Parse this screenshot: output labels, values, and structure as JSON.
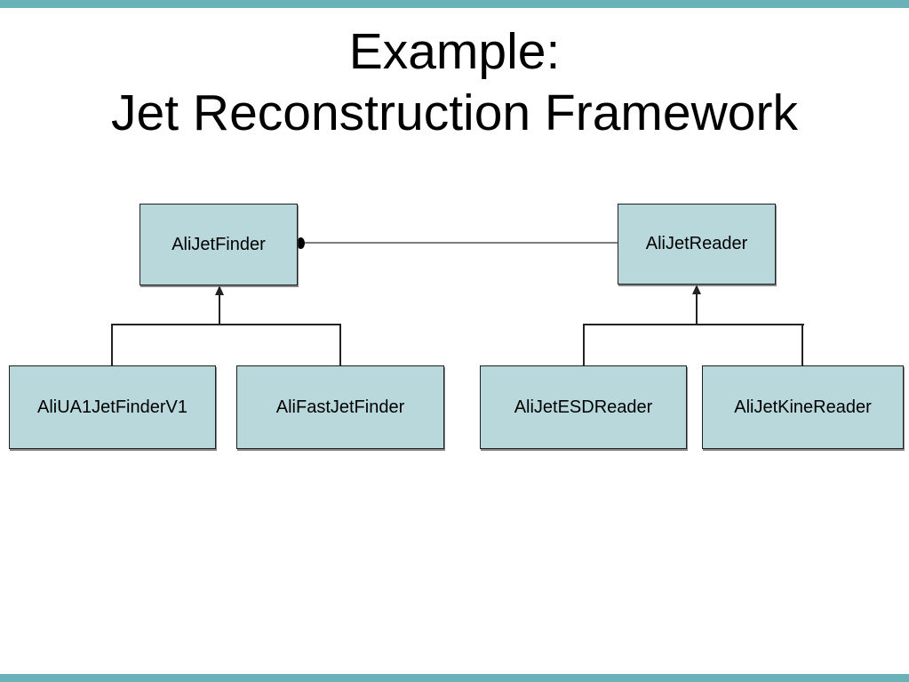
{
  "slide": {
    "title_line1": "Example:",
    "title_line2": "Jet Reconstruction Framework"
  },
  "diagram": {
    "nodes": [
      {
        "id": "alijetfinder",
        "label": "AliJetFinder"
      },
      {
        "id": "alijetreader",
        "label": "AliJetReader"
      },
      {
        "id": "aliua1jetfinderv1",
        "label": "AliUA1JetFinderV1"
      },
      {
        "id": "alifastjetfinder",
        "label": "AliFastJetFinder"
      },
      {
        "id": "alijetesdreader",
        "label": "AliJetESDReader"
      },
      {
        "id": "alijetkinereader",
        "label": "AliJetKineReader"
      }
    ],
    "edges": [
      {
        "type": "association-with-dot",
        "from": "AliJetFinder",
        "to": "AliJetReader"
      },
      {
        "type": "inheritance",
        "from": "AliUA1JetFinderV1",
        "to": "AliJetFinder"
      },
      {
        "type": "inheritance",
        "from": "AliFastJetFinder",
        "to": "AliJetFinder"
      },
      {
        "type": "inheritance",
        "from": "AliJetESDReader",
        "to": "AliJetReader"
      },
      {
        "type": "inheritance",
        "from": "AliJetKineReader",
        "to": "AliJetReader"
      }
    ],
    "colors": {
      "node_fill": "#b8d8dc",
      "node_border": "#1f1f1f",
      "association_line": "#7d7d7d",
      "inheritance_line": "#222222",
      "accent_bar": "#6ab2ba",
      "title_text": "#000000"
    }
  }
}
